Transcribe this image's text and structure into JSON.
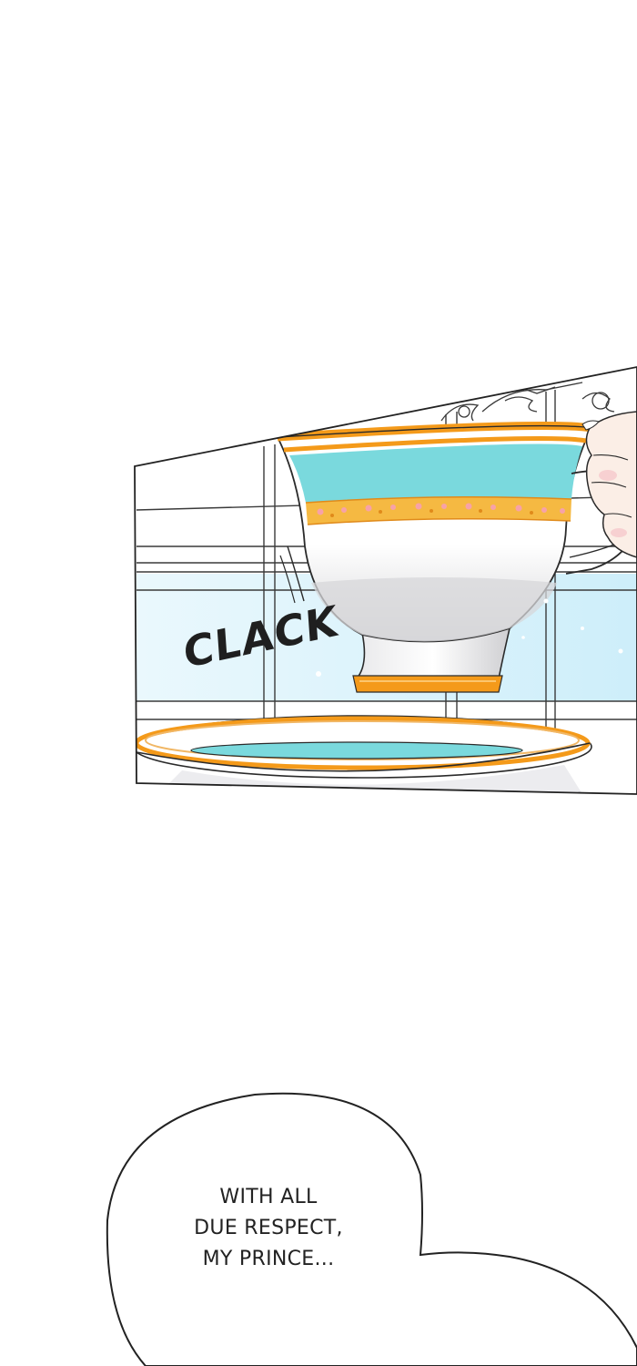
{
  "panel": {
    "sound_effect": "CLACK",
    "palette": {
      "cup_teal": "#7ad9dd",
      "cup_gold": "#f49a1a",
      "floral_band": "#f5b942",
      "window_glass": "#d6f2fb",
      "hand_skin": "#fbeee6",
      "outline": "#2a2a2a"
    }
  },
  "speech_bubble": {
    "lines": [
      "WITH ALL",
      "DUE RESPECT,",
      "MY PRINCE..."
    ]
  }
}
